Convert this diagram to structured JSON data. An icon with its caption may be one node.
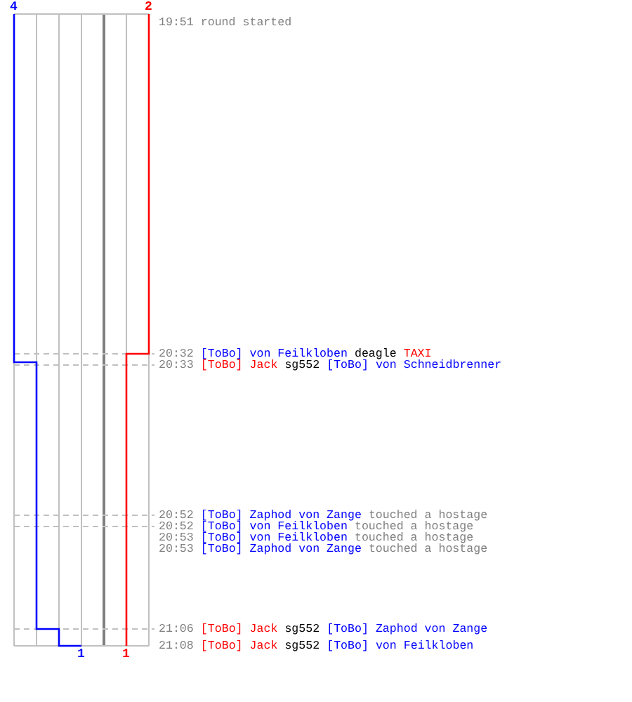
{
  "diagram": {
    "labels": [
      "4",
      "2",
      "19:51 round started",
      "20:32",
      "[ToBo] von Feilkloben",
      "deagle",
      "TAXI",
      "20:33",
      "[ToBo] Jack",
      "sg552",
      "[ToBo] von Schneidbrenner",
      "20:52",
      "[ToBo] Zaphod von Zange",
      "touched a hostage",
      "20:52",
      "[ToBo] von Feilkloben",
      "touched a hostage",
      "20:53",
      "[ToBo] von Feilkloben",
      "touched a hostage",
      "20:53",
      "[ToBo] Zaphod von Zange",
      "touched a hostage",
      "21:06",
      "[ToBo] Jack",
      "sg552",
      "[ToBo] Zaphod von Zange",
      "21:08",
      "[ToBo] Jack",
      "sg552",
      "[ToBo] von Feilkloben",
      "1",
      "1"
    ]
  }
}
